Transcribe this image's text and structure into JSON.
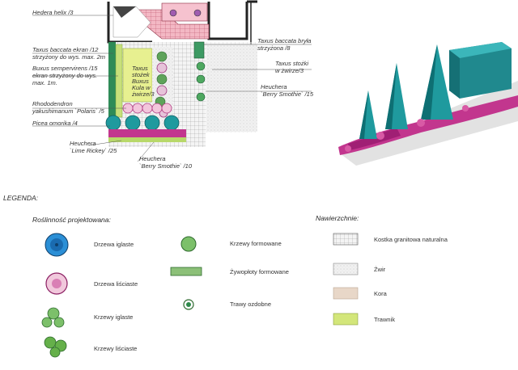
{
  "plan_labels": {
    "hedera": "Hedera helix /3",
    "taxus_ekran_1": "Taxus baccata ekran /12",
    "taxus_ekran_2": "strzyżony do wys. max. 2m",
    "buxus_ekran_1": "Buxus sempervirens /15",
    "buxus_ekran_2": "ekran strzyżony do wys.",
    "buxus_ekran_3": "max. 1m.",
    "rhodo_1": "Rhododendron",
    "rhodo_2": "yakushimanum `Polaris` /5",
    "picea": "Picea omorika /4",
    "heuchera_lime_1": "Heuchera",
    "heuchera_lime_2": "`Lime Rickey` /25",
    "heuchera_berry_bottom_1": "Heuchera",
    "heuchera_berry_bottom_2": "`Berry Smothie` /10",
    "taxus_bryla_1": "Taxus baccata bryła",
    "taxus_bryla_2": "strzyżona /8",
    "taxus_stozki_1": "Taxus stożki",
    "taxus_stozki_2": "w żwirze/3",
    "heuchera_berry_right_1": "Heuchera",
    "heuchera_berry_right_2": "`Berry Smothie` /15",
    "inner_taxus": "Taxus",
    "inner_stozek": "stożek",
    "inner_buxus": "Buxus",
    "inner_kula": "Kula w",
    "inner_zwirze": "żwirze/3"
  },
  "legend": {
    "title": "LEGENDA:",
    "plants_heading": "Roślinność projektowana:",
    "surfaces_heading": "Nawierzchnie:",
    "drzewa_iglaste": "Drzewa iglaste",
    "drzewa_lisciaste": "Drzewa liściaste",
    "krzewy_iglaste": "Krzewy iglaste",
    "krzewy_lisciaste": "Krzewy liściaste",
    "krzewy_formowane": "Krzewy formowane",
    "zywoploty_formowane": "Żywopłoty formowane",
    "trawy_ozdobne": "Trawy ozdobne",
    "kostka": "Kostka granitowa naturalna",
    "zwir": "Żwir",
    "kora": "Kora",
    "trawnik": "Trawnik"
  },
  "colors": {
    "conifer": "#1f9a9e",
    "conifer_dark": "#0e6f73",
    "magenta": "#c2368e",
    "lawn": "#d9ee8a",
    "lime": "#b8d86a",
    "pink_paving": "#f2b8c6",
    "gravel": "#eeeeee",
    "bark": "#e8d7c8",
    "hedge_green": "#4b9a60",
    "wall": "#333333"
  }
}
